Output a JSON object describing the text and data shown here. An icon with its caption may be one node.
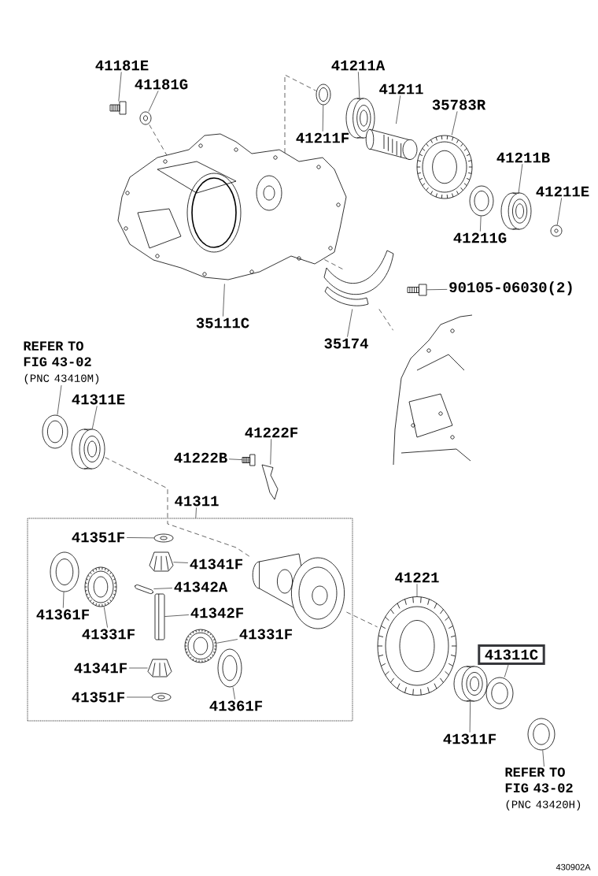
{
  "diagram": {
    "nodes": [
      {
        "text": [
          "41181E"
        ]
      },
      {
        "text": [
          "41211A"
        ]
      },
      {
        "text": [
          "41181G"
        ]
      },
      {
        "text": [
          "41211"
        ]
      },
      {
        "text": [],
        "shape": "bolt"
      },
      {
        "text": [],
        "shape": "washer"
      },
      {
        "text": [],
        "shape": "ring"
      },
      {
        "text": [],
        "shape": "bearing"
      },
      {
        "text": [
          "35783R"
        ]
      },
      {
        "text": [
          "41211F"
        ]
      },
      {
        "text": [],
        "shape": "shaft"
      },
      {
        "text": [],
        "shape": "gear"
      },
      {
        "text": [
          "41211B"
        ]
      },
      {
        "text": [
          "41211E"
        ]
      },
      {
        "text": [],
        "shape": "ring"
      },
      {
        "text": [],
        "shape": "bearing"
      },
      {
        "text": [],
        "shape": "nut"
      },
      {
        "text": [],
        "shape": "picture"
      },
      {
        "text": [
          "41211G"
        ]
      },
      {
        "text": [],
        "shape": "picture"
      },
      {
        "text": [],
        "shape": "bolt"
      },
      {
        "text": [
          "90105-06030(2)"
        ]
      },
      {
        "text": [
          "35111C"
        ]
      },
      {
        "text": [
          "35174"
        ]
      },
      {
        "text": [
          "REFER TO FIG 43-02",
          "(PNC 43410M)"
        ]
      },
      {
        "text": [],
        "shape": "picture"
      },
      {
        "text": [
          "41311E"
        ]
      },
      {
        "text": [],
        "shape": "ring"
      },
      {
        "text": [],
        "shape": "bearing"
      },
      {
        "text": [
          "41222F"
        ]
      },
      {
        "text": [
          "41222B"
        ]
      },
      {
        "text": [],
        "shape": "bolt"
      },
      {
        "text": [],
        "shape": "plate"
      },
      {
        "text": [
          "41311"
        ]
      },
      {
        "text": [],
        "shape": "box"
      },
      {
        "text": [
          "41351F"
        ],
        "in": 34
      },
      {
        "text": [],
        "shape": "washer",
        "in": 34
      },
      {
        "text": [],
        "shape": "pinion",
        "in": 34
      },
      {
        "text": [
          "41341F"
        ],
        "in": 34
      },
      {
        "text": [],
        "shape": "picture",
        "in": 34
      },
      {
        "text": [],
        "shape": "ring",
        "in": 34
      },
      {
        "text": [],
        "shape": "gear",
        "in": 34
      },
      {
        "text": [],
        "shape": "pin",
        "in": 34
      },
      {
        "text": [
          "41342A"
        ],
        "in": 34
      },
      {
        "text": [],
        "shape": "rod",
        "in": 34
      },
      {
        "text": [
          "41342F"
        ],
        "in": 34
      },
      {
        "text": [
          "41361F"
        ],
        "in": 34
      },
      {
        "text": [
          "41331F"
        ],
        "in": 34
      },
      {
        "text": [],
        "shape": "gear",
        "in": 34
      },
      {
        "text": [
          "41331F"
        ],
        "in": 34
      },
      {
        "text": [],
        "shape": "pinion",
        "in": 34
      },
      {
        "text": [
          "41341F"
        ],
        "in": 34
      },
      {
        "text": [],
        "shape": "ring",
        "in": 34
      },
      {
        "text": [
          "41351F"
        ],
        "in": 34
      },
      {
        "text": [],
        "shape": "washer",
        "in": 34
      },
      {
        "text": [
          "41361F"
        ],
        "in": 34
      },
      {
        "text": [
          "41221"
        ]
      },
      {
        "text": [],
        "shape": "gear"
      },
      {
        "text": [
          "41311C"
        ]
      },
      {
        "text": [],
        "shape": "bearing"
      },
      {
        "text": [],
        "shape": "ring"
      },
      {
        "text": [],
        "shape": "ring"
      },
      {
        "text": [
          "41311F"
        ]
      },
      {
        "text": [
          "REFER TO FIG 43-02",
          "(PNC 43420H)"
        ]
      }
    ],
    "edges": [
      {
        "from": 0,
        "to": 4,
        "arrow": "none"
      },
      {
        "from": 2,
        "to": 5,
        "arrow": "none"
      },
      {
        "from": 1,
        "to": 7,
        "arrow": "none"
      },
      {
        "from": 3,
        "to": 10,
        "arrow": "none"
      },
      {
        "from": 8,
        "to": 11,
        "arrow": "none"
      },
      {
        "from": 9,
        "to": 6,
        "arrow": "none"
      },
      {
        "from": 12,
        "to": 15,
        "arrow": "none"
      },
      {
        "from": 13,
        "to": 16,
        "arrow": "none"
      },
      {
        "from": 18,
        "to": 14,
        "arrow": "none"
      },
      {
        "from": 22,
        "to": 17,
        "arrow": "none"
      },
      {
        "from": 21,
        "to": 20,
        "arrow": "none"
      },
      {
        "from": 23,
        "to": 19,
        "arrow": "none"
      },
      {
        "from": 24,
        "to": 27,
        "arrow": "none"
      },
      {
        "from": 26,
        "to": 28,
        "arrow": "none"
      },
      {
        "from": 29,
        "to": 32,
        "arrow": "none"
      },
      {
        "from": 30,
        "to": 31,
        "arrow": "none"
      },
      {
        "from": 33,
        "to": 34,
        "arrow": "none"
      },
      {
        "from": 35,
        "to": 36,
        "arrow": "none"
      },
      {
        "from": 38,
        "to": 37,
        "arrow": "none"
      },
      {
        "from": 43,
        "to": 42,
        "arrow": "none"
      },
      {
        "from": 45,
        "to": 44,
        "arrow": "none"
      },
      {
        "from": 46,
        "to": 40,
        "arrow": "none"
      },
      {
        "from": 47,
        "to": 41,
        "arrow": "none"
      },
      {
        "from": 49,
        "to": 48,
        "arrow": "none"
      },
      {
        "from": 51,
        "to": 50,
        "arrow": "none"
      },
      {
        "from": 55,
        "to": 52,
        "arrow": "none"
      },
      {
        "from": 53,
        "to": 54,
        "arrow": "none"
      },
      {
        "from": 56,
        "to": 57,
        "arrow": "none"
      },
      {
        "from": 58,
        "to": 60,
        "arrow": "none"
      },
      {
        "from": 62,
        "to": 59,
        "arrow": "none"
      },
      {
        "from": 63,
        "to": 61,
        "arrow": "none"
      },
      {
        "from": 5,
        "to": 17,
        "arrow": "none",
        "style": "dashed"
      },
      {
        "from": 17,
        "to": 6,
        "arrow": "none",
        "style": "dashed"
      },
      {
        "from": 17,
        "to": 19,
        "arrow": "none",
        "style": "dashed"
      },
      {
        "from": 19,
        "to": 25,
        "arrow": "none",
        "style": "dashed"
      },
      {
        "from": 28,
        "to": 39,
        "arrow": "none",
        "style": "dashed"
      },
      {
        "from": 39,
        "to": 57,
        "arrow": "none",
        "style": "dashed"
      }
    ],
    "labels": [
      "430902A"
    ]
  }
}
